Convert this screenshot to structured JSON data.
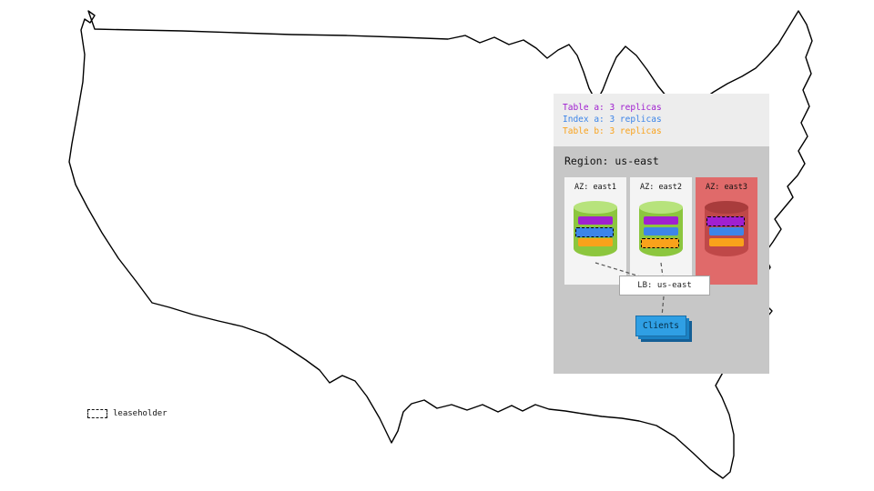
{
  "legend": {
    "items": [
      {
        "label": "Table a: 3 replicas",
        "color": "#a020d0"
      },
      {
        "label": "Index a: 3 replicas",
        "color": "#3d85e8"
      },
      {
        "label": "Table b: 3 replicas",
        "color": "#f9a21b"
      }
    ]
  },
  "region": {
    "label": "Region: us-east",
    "azs": [
      {
        "label": "AZ: east1",
        "status": "up",
        "leaseholder": "index-a"
      },
      {
        "label": "AZ: east2",
        "status": "up",
        "leaseholder": "table-b"
      },
      {
        "label": "AZ: east3",
        "status": "down",
        "leaseholder": "table-a"
      }
    ]
  },
  "lb": {
    "label": "LB: us-east"
  },
  "clients": {
    "label": "Clients"
  },
  "leaseholder_legend": {
    "label": "leaseholder"
  },
  "colors": {
    "table_a": "#a020d0",
    "index_a": "#3d85e8",
    "table_b": "#f9a21b",
    "az_down_bg": "#e06a6a",
    "cylinder_green": "#8cc63e",
    "clients_blue": "#2f9fe4"
  }
}
